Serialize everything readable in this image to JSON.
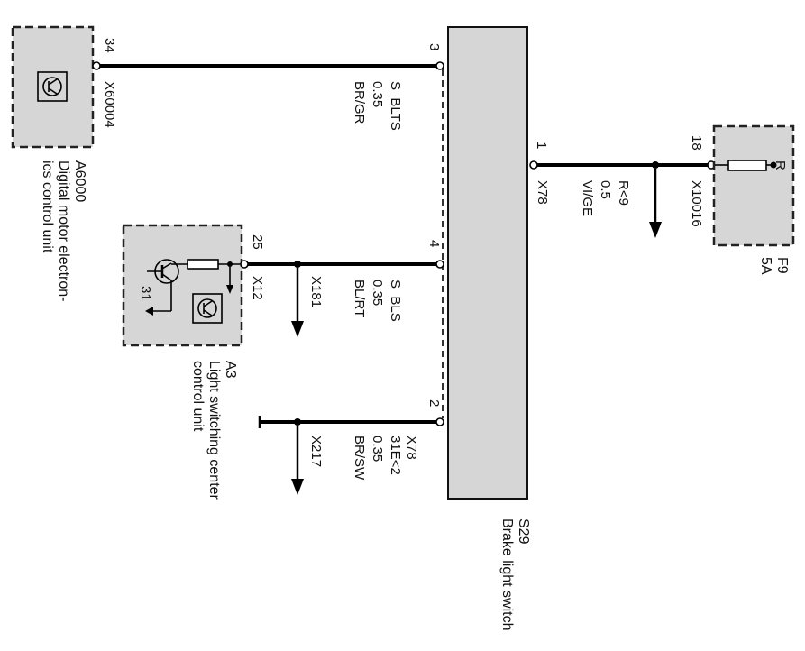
{
  "components": {
    "a6000": {
      "designation": "A6000",
      "name_lines": [
        "Digital motor electron-",
        "ics control unit"
      ]
    },
    "a3": {
      "designation": "A3",
      "name_lines": [
        "Light switching center",
        "control unit"
      ],
      "ground_pin": "31"
    },
    "s29": {
      "designation": "S29",
      "name": "Brake light switch"
    },
    "f9": {
      "designation": "F9",
      "rating": "5A",
      "terminal": "R"
    }
  },
  "wires": {
    "s_blts": {
      "from_pin": "34",
      "from_connector": "X60004",
      "to_pin": "3",
      "signal": "S_BLTS",
      "cross_section": "0.35",
      "color": "BR/GR"
    },
    "s_bls": {
      "from_pin": "25",
      "from_connector": "X12",
      "splice": "X181",
      "to_pin": "4",
      "signal": "S_BLS",
      "cross_section": "0.35",
      "color": "BL/RT"
    },
    "ground": {
      "to_pin": "2",
      "to_connector": "X78",
      "splice": "X217",
      "signal": "31E<2",
      "cross_section": "0.35",
      "color": "BR/SW"
    },
    "supply": {
      "from_pin": "1",
      "from_connector": "X78",
      "to_pin": "18",
      "to_connector": "X10016",
      "signal": "R<9",
      "cross_section": "0.5",
      "color": "VI/GE"
    }
  },
  "colors": {
    "box_fill": "#d6d6d6",
    "wire": "#000000"
  }
}
